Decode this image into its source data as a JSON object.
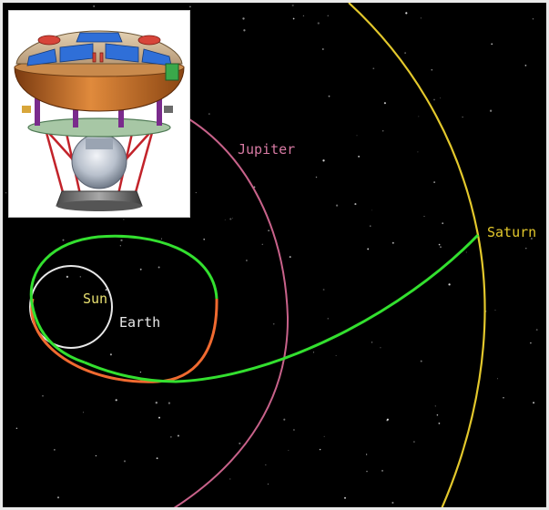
{
  "labels": {
    "sun": "Sun",
    "earth": "Earth",
    "jupiter": "Jupiter",
    "saturn": "Saturn"
  },
  "colors": {
    "background": "#000000",
    "sun_label": "#e8e070",
    "earth_orbit": "#e8e8e8",
    "jupiter_orbit": "#c8628a",
    "saturn_orbit": "#e3c82c",
    "trajectory_green": "#33e02f",
    "trajectory_orange": "#f06a30"
  },
  "inset": {
    "icon": "spacecraft-probe-illustration"
  }
}
